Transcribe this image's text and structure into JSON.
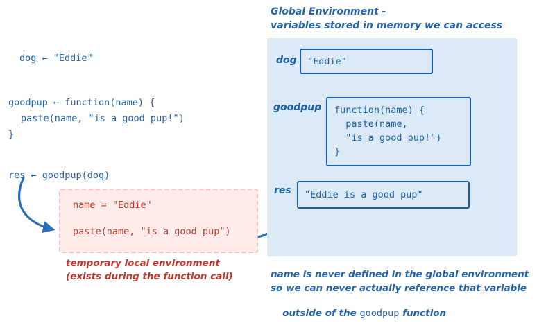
{
  "colors": {
    "blue": "#2563a8",
    "box_border": "#1a5fa8",
    "panel_fill": "#dce9f7",
    "red": "#c0392b",
    "pink_fill": "#fdecea",
    "pink_border": "#f3c0bd"
  },
  "left_code": {
    "dog_line": "dog ← \"Eddie\"",
    "goodpup_line1": "goodpup ← function(name) {",
    "goodpup_line2": "paste(name, \"is a good pup!\")",
    "goodpup_line3": "}",
    "res_line": "res ← goodpup(dog)"
  },
  "local_env": {
    "line1": "name = \"Eddie\"",
    "line2": "paste(name, \"is a good pup\")",
    "caption_line1": "temporary local environment",
    "caption_line2": "(exists during the function call)"
  },
  "global_env": {
    "title_line1": "Global Environment -",
    "title_line2": "variables stored in memory we can access",
    "entries": [
      {
        "label": "dog",
        "value": "\"Eddie\""
      },
      {
        "label": "goodpup",
        "value_lines": [
          "function(name) {",
          "  paste(name,",
          "  \"is a good pup!\")",
          "}"
        ]
      },
      {
        "label": "res",
        "value": "\"Eddie is a good pup\""
      }
    ],
    "note_line1": "name is never defined in the global environment",
    "note_line2": "so we can never actually reference that variable",
    "note_line3_prefix": "outside of the ",
    "note_line3_code": "goodpup",
    "note_line3_suffix": " function"
  }
}
